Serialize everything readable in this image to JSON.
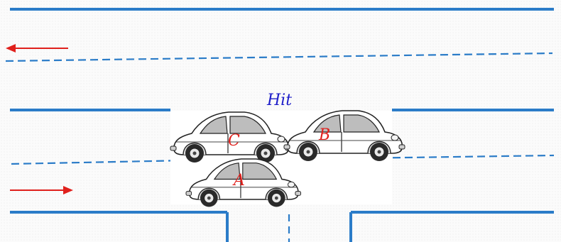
{
  "labels": {
    "hit": "Hit",
    "car_c": "C",
    "car_b": "B",
    "car_a": "A"
  },
  "colors": {
    "road_line": "#2b7cc8",
    "arrow": "#e0201c",
    "label_car": "#e0201c",
    "label_hit": "#1d1dc9"
  },
  "arrows": [
    {
      "direction": "left"
    },
    {
      "direction": "right"
    }
  ]
}
